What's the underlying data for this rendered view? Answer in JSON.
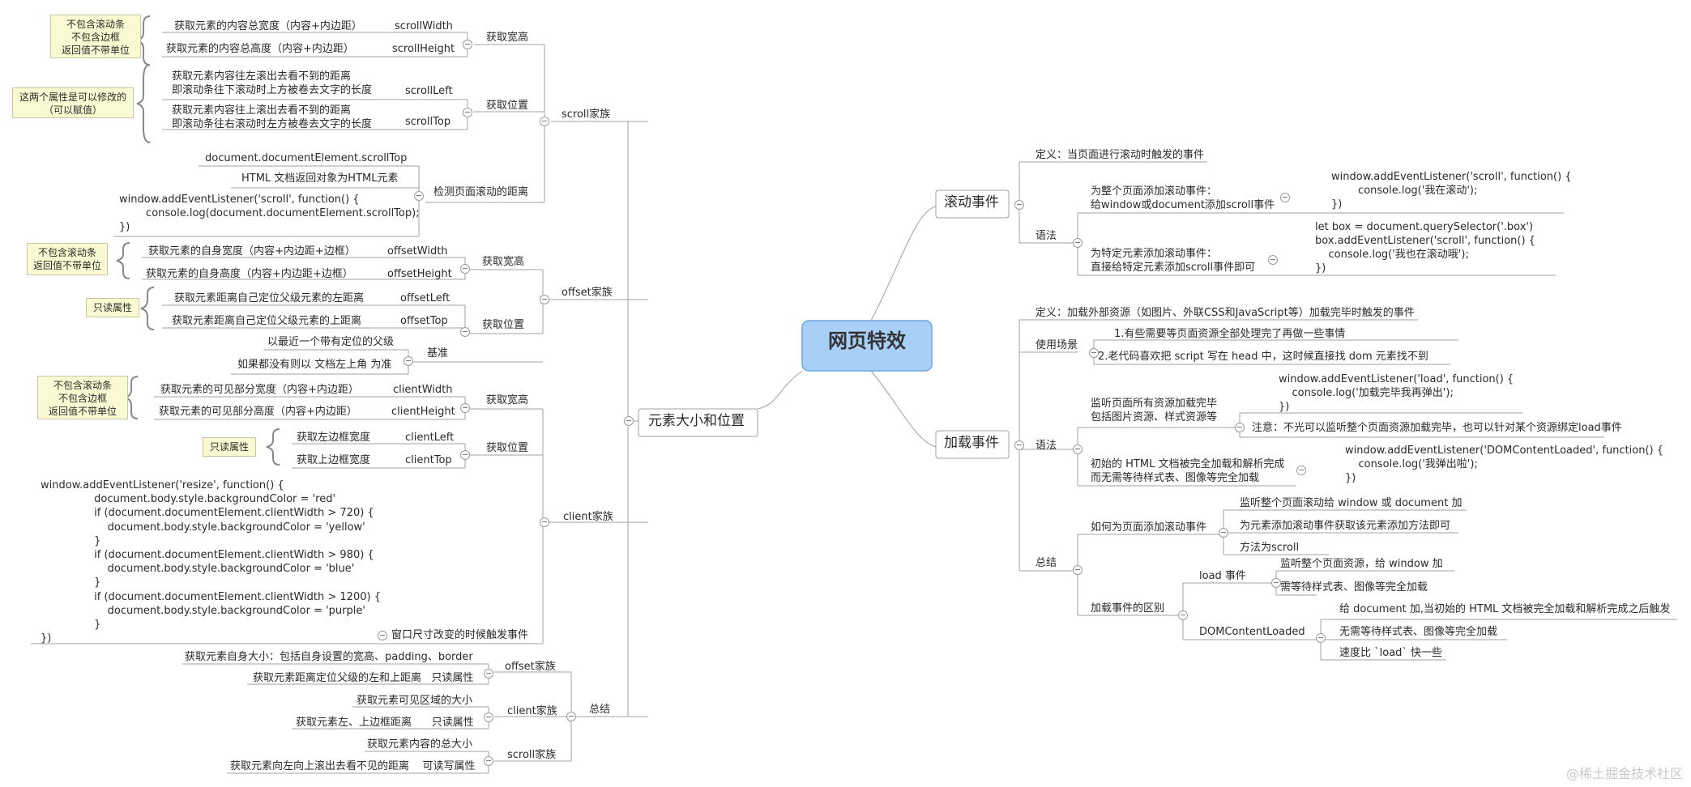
{
  "root": "网页特效",
  "left": {
    "main": "元素大小和位置",
    "scroll": {
      "label": "scroll家族",
      "width_group": "获取宽高",
      "width_items": [
        {
          "desc": "获取元素的内容总宽度（内容+内边距）",
          "prop": "scrollWidth"
        },
        {
          "desc": "获取元素的内容总高度（内容+内边距）",
          "prop": "scrollHeight"
        }
      ],
      "width_note": "不包含滚动条\n不包含边框\n返回值不带单位",
      "pos_group": "获取位置",
      "pos_items": [
        {
          "desc": "获取元素内容往左滚出去看不到的距离\n即滚动条往下滚动时上方被卷去文字的长度",
          "prop": "scrollLeft"
        },
        {
          "desc": "获取元素内容往上滚出去看不到的距离\n即滚动条往右滚动时左方被卷去文字的长度",
          "prop": "scrollTop"
        }
      ],
      "pos_note": "这两个属性是可以修改的\n（可以赋值）",
      "detect_group": "检测页面滚动的距离",
      "detect_items": [
        "document.documentElement.scrollTop",
        "HTML 文档返回对象为HTML元素",
        "window.addEventListener('scroll', function() {\n        console.log(document.documentElement.scrollTop);\n})"
      ]
    },
    "offset": {
      "label": "offset家族",
      "width_group": "获取宽高",
      "width_items": [
        {
          "desc": "获取元素的自身宽度（内容+内边距+边框）",
          "prop": "offsetWidth"
        },
        {
          "desc": "获取元素的自身高度（内容+内边距+边框）",
          "prop": "offsetHeight"
        }
      ],
      "width_note": "不包含滚动条\n返回值不带单位",
      "pos_group": "获取位置",
      "pos_items": [
        {
          "desc": "获取元素距离自己定位父级元素的左距离",
          "prop": "offsetLeft"
        },
        {
          "desc": "获取元素距离自己定位父级元素的上距离",
          "prop": "offsetTop"
        }
      ],
      "pos_note": "只读属性",
      "base_group": "基准",
      "base_items": [
        "以最近一个带有定位的父级",
        "如果都没有则以 文档左上角 为准"
      ]
    },
    "client": {
      "label": "client家族",
      "width_group": "获取宽高",
      "width_items": [
        {
          "desc": "获取元素的可见部分宽度（内容+内边距）",
          "prop": "clientWidth"
        },
        {
          "desc": "获取元素的可见部分高度（内容+内边距）",
          "prop": "clientHeight"
        }
      ],
      "width_note": "不包含滚动条\n不包含边框\n返回值不带单位",
      "pos_group": "获取位置",
      "pos_items": [
        {
          "desc": "获取左边框宽度",
          "prop": "clientLeft"
        },
        {
          "desc": "获取上边框宽度",
          "prop": "clientTop"
        }
      ],
      "pos_note": "只读属性",
      "resize_group": "窗口尺寸改变的时候触发事件",
      "resize_code": "window.addEventListener('resize', function() {\n                document.body.style.backgroundColor = 'red'\n                if (document.documentElement.clientWidth > 720) {\n                    document.body.style.backgroundColor = 'yellow'\n                }\n                if (document.documentElement.clientWidth > 980) {\n                    document.body.style.backgroundColor = 'blue'\n                }\n                if (document.documentElement.clientWidth > 1200) {\n                    document.body.style.backgroundColor = 'purple'\n                }\n})"
    },
    "summary": {
      "label": "总结",
      "offset_label": "offset家族",
      "offset_items": [
        "获取元素自身大小：包括自身设置的宽高、padding、border",
        "获取元素距离定位父级的左和上距离   只读属性"
      ],
      "client_label": "client家族",
      "client_items": [
        "获取元素可见区域的大小",
        "获取元素左、上边框距离      只读属性"
      ],
      "scroll_label": "scroll家族",
      "scroll_items": [
        "获取元素内容的总大小",
        "获取元素向左向上滚出去看不见的距离    可读写属性"
      ]
    }
  },
  "right": {
    "scroll_event": {
      "label": "滚动事件",
      "definition": "定义：当页面进行滚动时触发的事件",
      "syntax": "语法",
      "s1_desc": "为整个页面添加滚动事件：\n给window或document添加scroll事件",
      "s1_code": "window.addEventListener('scroll', function() {\n        console.log('我在滚动');\n})",
      "s2_desc": "为特定元素添加滚动事件：\n直接给特定元素添加scroll事件即可",
      "s2_code": "let box = document.querySelector('.box')\nbox.addEventListener('scroll', function() {\n    console.log('我也在滚动哦');\n})"
    },
    "load_event": {
      "label": "加载事件",
      "definition": "定义：加载外部资源（如图片、外联CSS和JavaScript等）加载完毕时触发的事件",
      "usage": "使用场景",
      "usage_items": [
        "1.有些需要等页面资源全部处理完了再做一些事情",
        "2.老代码喜欢把 script 写在 head 中，这时候直接找 dom 元素找不到"
      ],
      "syntax": "语法",
      "l1_desc": "监听页面所有资源加载完毕\n包括图片资源、样式资源等",
      "l1_code": "window.addEventListener('load', function() {\n    console.log('加载完毕我再弹出');\n})",
      "l1_note": "注意：不光可以监听整个页面资源加载完毕，也可以针对某个资源绑定load事件",
      "l2_desc": "初始的 HTML 文档被完全加载和解析完成\n而无需等待样式表、图像等完全加载",
      "l2_code": "window.addEventListener('DOMContentLoaded', function() {\n    console.log('我弹出啦');\n})",
      "summary": "总结",
      "how_scroll": "如何为页面添加滚动事件",
      "how_items": [
        "监听整个页面滚动给 window 或 document 加",
        "为元素添加滚动事件获取该元素添加方法即可",
        "方法为scroll"
      ],
      "diff": "加载事件的区别",
      "load_label": "load 事件",
      "load_items": [
        "监听整个页面资源，给 window 加",
        "需等待样式表、图像等完全加载"
      ],
      "dom_label": "DOMContentLoaded",
      "dom_items": [
        "给 document 加,当初始的 HTML 文档被完全加载和解析完成之后触发",
        "无需等待样式表、图像等完全加载",
        "速度比 `load` 快一些"
      ]
    }
  },
  "watermark": "@稀土掘金技术社区",
  "colors": {
    "root_fill": "#a8cff5",
    "root_border": "#6fa7dd",
    "line": "#a0a0a0",
    "note_fill": "#fafad2"
  }
}
